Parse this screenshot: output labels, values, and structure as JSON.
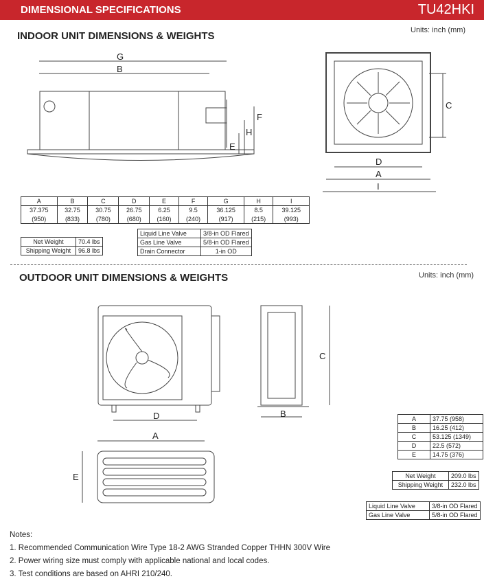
{
  "header": {
    "title": "DIMENSIONAL SPECIFICATIONS",
    "model": "TU42HKI"
  },
  "indoor": {
    "title": "INDOOR UNIT DIMENSIONS & WEIGHTS",
    "units": "Units: inch (mm)",
    "dimension_letters": {
      "front": [
        "G",
        "B",
        "F",
        "E",
        "H"
      ],
      "bottom": [
        "C",
        "D",
        "A",
        "I"
      ]
    },
    "dimensions": {
      "headers": [
        "A",
        "B",
        "C",
        "D",
        "E",
        "F",
        "G",
        "H",
        "I"
      ],
      "inches": [
        "37.375",
        "32.75",
        "30.75",
        "26.75",
        "6.25",
        "9.5",
        "36.125",
        "8.5",
        "39.125"
      ],
      "mm": [
        "(950)",
        "(833)",
        "(780)",
        "(680)",
        "(160)",
        "(240)",
        "(917)",
        "(215)",
        "(993)"
      ]
    },
    "weights": [
      {
        "label": "Net Weight",
        "value": "70.4 lbs"
      },
      {
        "label": "Shipping Weight",
        "value": "96.8 lbs"
      }
    ],
    "connections": [
      {
        "label": "Liquid Line Valve",
        "value": "3/8-in OD Flared"
      },
      {
        "label": "Gas Line Valve",
        "value": "5/8-in OD Flared"
      },
      {
        "label": "Drain Connector",
        "value": "1-in OD"
      }
    ]
  },
  "outdoor": {
    "title": "OUTDOOR UNIT DIMENSIONS & WEIGHTS",
    "units": "Units: inch (mm)",
    "dimension_letters": {
      "front": "D",
      "side_height": "C",
      "side_depth": "B",
      "top_width": "A",
      "top_depth": "E"
    },
    "dimensions": [
      {
        "k": "A",
        "v": "37.75 (958)"
      },
      {
        "k": "B",
        "v": "16.25 (412)"
      },
      {
        "k": "C",
        "v": "53.125 (1349)"
      },
      {
        "k": "D",
        "v": "22.5 (572)"
      },
      {
        "k": "E",
        "v": "14.75 (376)"
      }
    ],
    "weights": [
      {
        "label": "Net Weight",
        "value": "209.0 lbs"
      },
      {
        "label": "Shipping Weight",
        "value": "232.0 lbs"
      }
    ],
    "connections": [
      {
        "label": "Liquid Line Valve",
        "value": "3/8-in OD Flared"
      },
      {
        "label": "Gas Line Valve",
        "value": "5/8-in OD Flared"
      }
    ]
  },
  "notes": {
    "heading": "Notes:",
    "items": [
      "1. Recommended Communication Wire Type 18-2 AWG Stranded Copper THHN 300V Wire",
      "2. Power wiring size must comply with applicable national and local codes.",
      "3. Test conditions are based on AHRI 210/240."
    ]
  }
}
